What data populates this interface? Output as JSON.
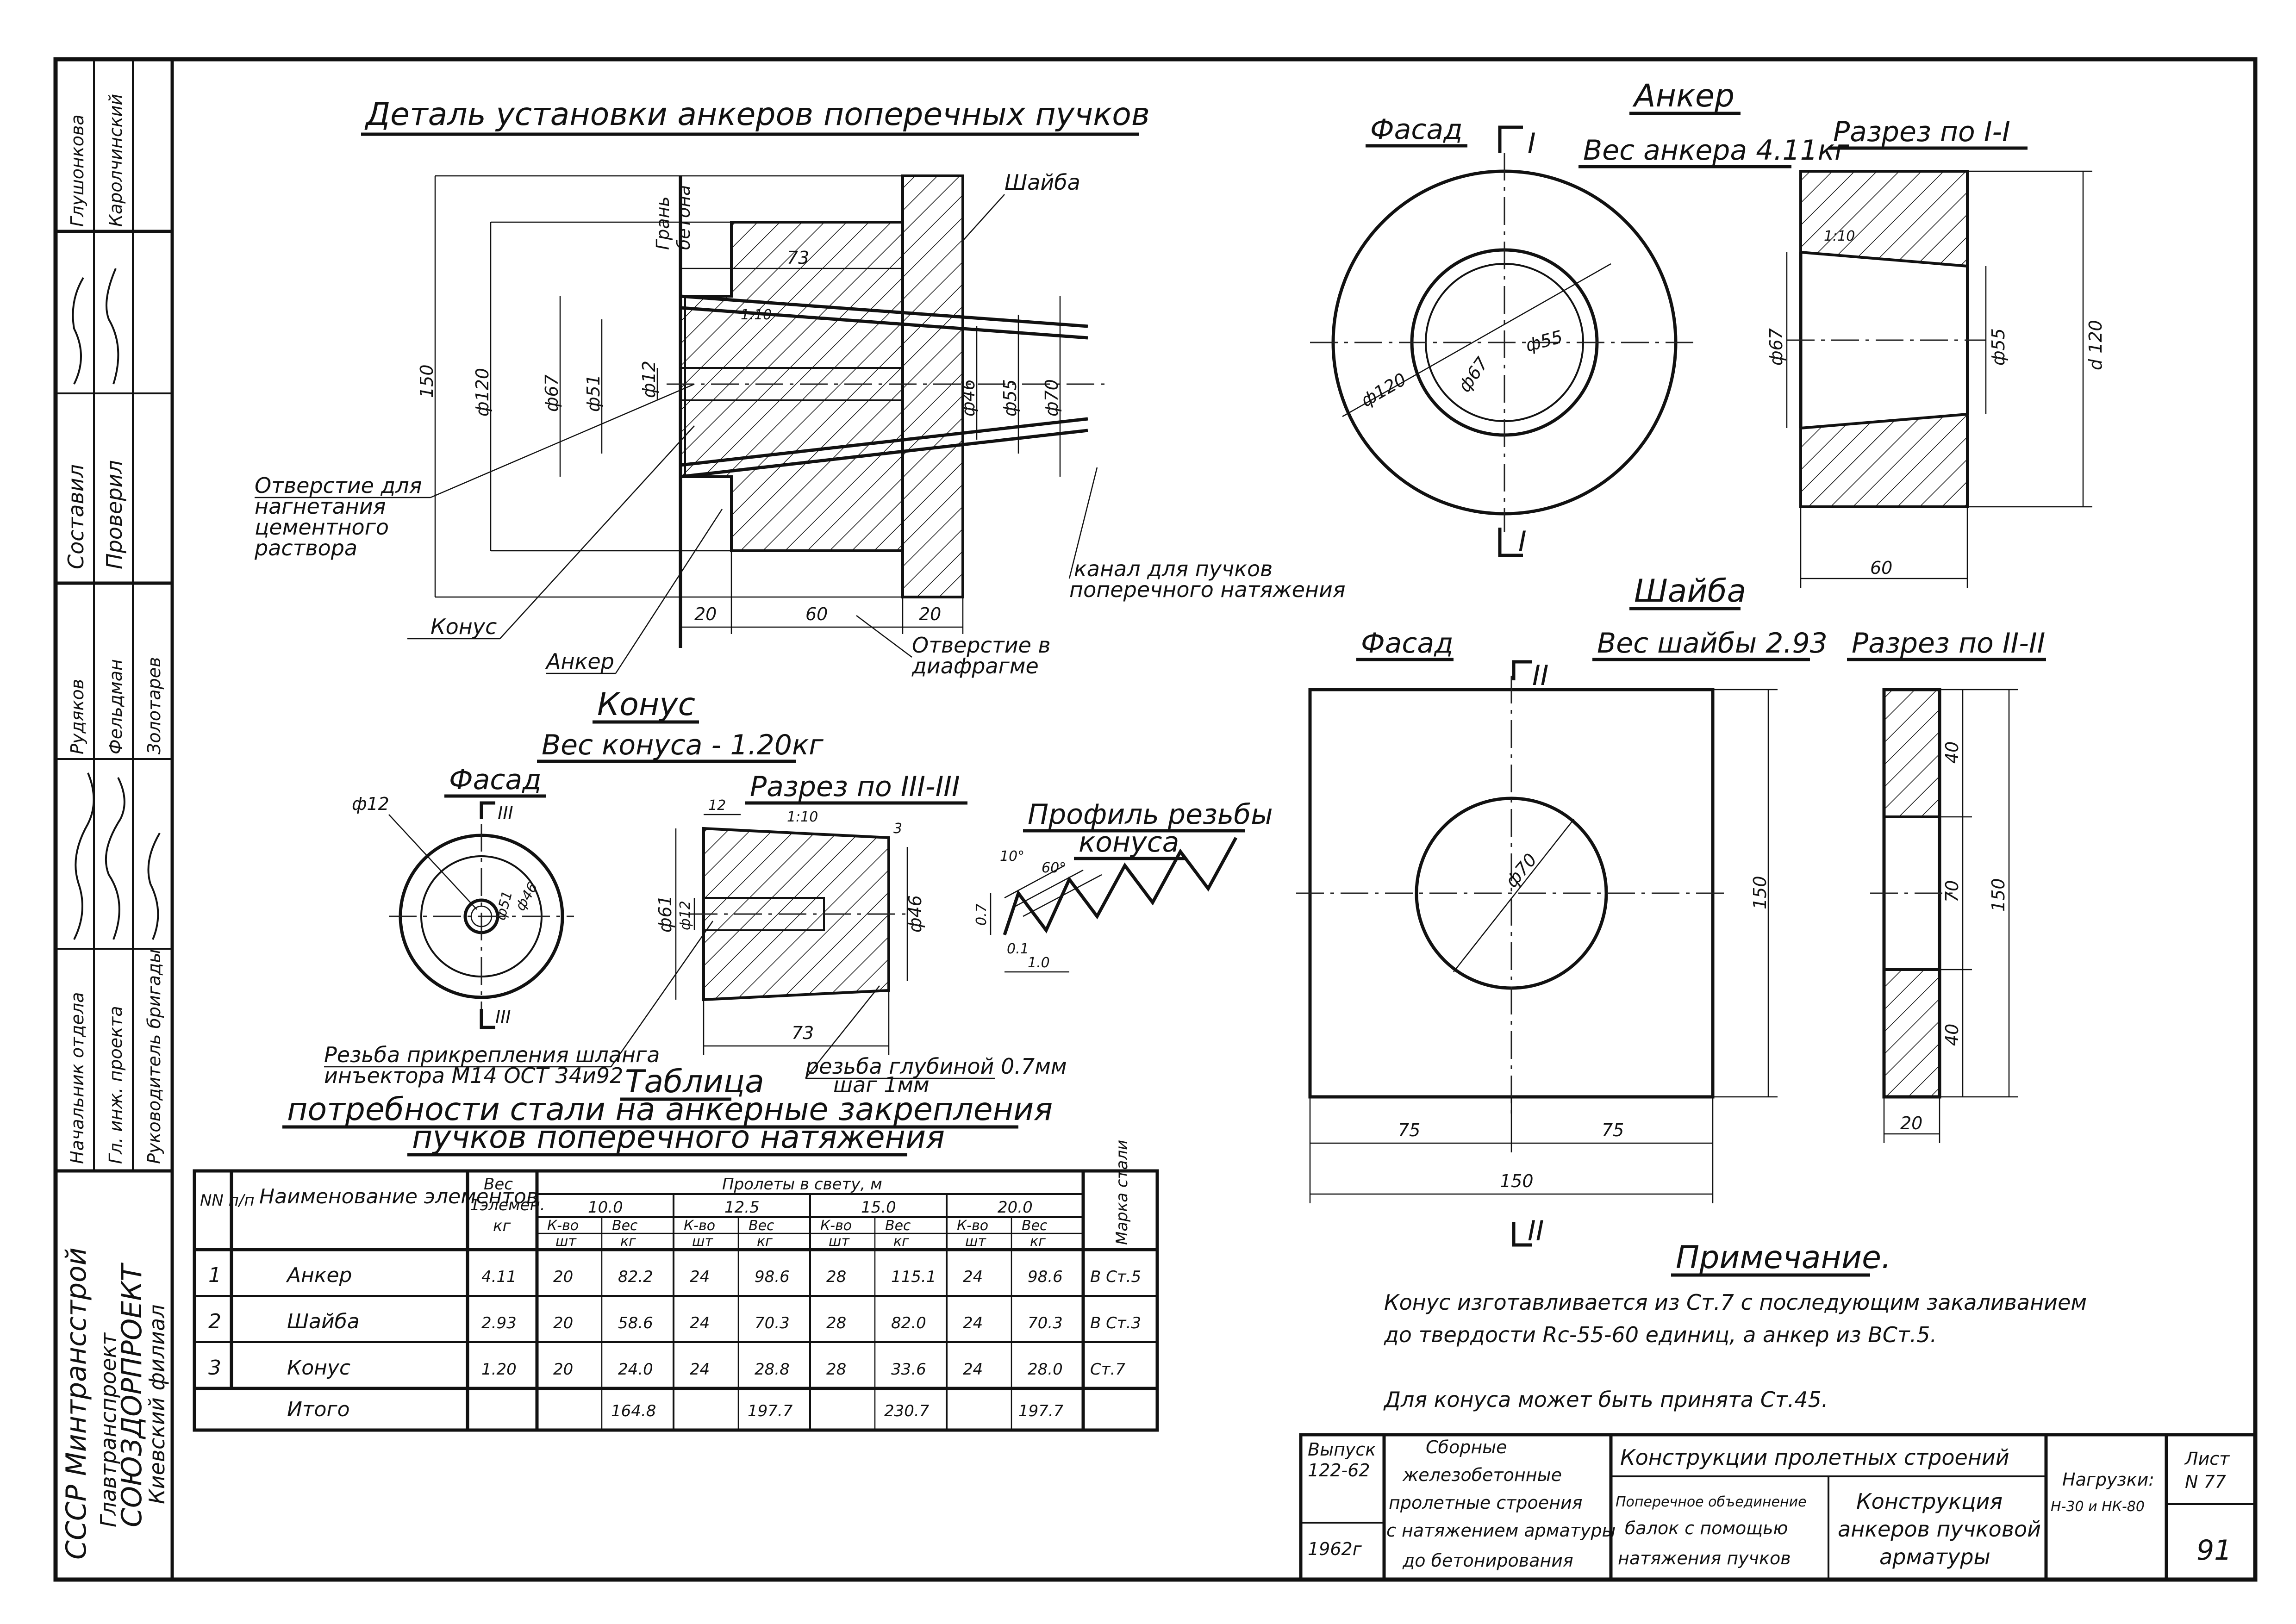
{
  "left_strip": {
    "org": [
      "СССР Минтрансстрой",
      "Главтранспроект",
      "СОЮЗДОРПРОЕКТ",
      "Киевский филиал"
    ],
    "roles": [
      "Начальник отдела",
      "Гл. инж. проекта",
      "Руководитель бригады",
      "Составил",
      "Проверил"
    ],
    "names": [
      "Рудяков",
      "Фельдман",
      "Золотарев",
      "Глушонкова",
      "Каролчинский"
    ]
  },
  "detail": {
    "title": "Деталь установки анкеров поперечных пучков",
    "labels": {
      "shaiba": "Шайба",
      "gran": "Грань",
      "betona": "бетона",
      "otverstie_1": "Отверстие для",
      "otverstie_2": "нагнетания",
      "otverstie_3": "цементного",
      "otverstie_4": "раствора",
      "konus": "Конус",
      "anker": "Анкер",
      "kanal_1": "канал для пучков",
      "kanal_2": "поперечного натяжения",
      "diaf_1": "Отверстие в",
      "diaf_2": "диафрагме"
    },
    "dims": {
      "d150": "150",
      "d120": "ф120",
      "d67": "ф67",
      "d51": "ф51",
      "d12": "ф12",
      "d46": "ф46",
      "d55": "ф55",
      "d70": "ф70",
      "w73": "73",
      "slope": "1:10",
      "w20a": "20",
      "w60": "60",
      "w20b": "20"
    }
  },
  "anchor": {
    "title": "Анкер",
    "facade": "Фасад",
    "weight": "Вес анкера 4.11кг",
    "section": "Разрез по I-I",
    "roman": "I",
    "dims": {
      "d120": "ф120",
      "d67": "ф67",
      "d55": "ф55",
      "slope": "1:10",
      "s67": "ф67",
      "s55": "ф55",
      "s120": "d 120",
      "w60": "60"
    }
  },
  "washer": {
    "title": "Шайба",
    "facade": "Фасад",
    "weight": "Вес шайбы 2.93",
    "section": "Разрез по II-II",
    "roman": "II",
    "dims": {
      "d70": "ф70",
      "h150": "150",
      "w75a": "75",
      "w75b": "75",
      "w150": "150",
      "s40a": "40",
      "s70": "70",
      "s40b": "40",
      "s150": "150",
      "s20": "20"
    }
  },
  "cone": {
    "title": "Конус",
    "weight": "Вес конуса - 1.20кг",
    "facade": "Фасад",
    "section": "Разрез по III-III",
    "roman": "III",
    "thread_note_1": "Резьба прикрепления шланга",
    "thread_note_2": "инъектора М14 ОСТ 34и92",
    "depth_note_1": "резьба глубиной 0.7мм",
    "depth_note_2": "шаг 1мм",
    "dims": {
      "d12": "ф12",
      "d51": "ф51",
      "d46": "ф46",
      "s12": "12",
      "slope": "1:10",
      "r3": "3",
      "s61": "ф61",
      "sd12": "ф12",
      "sd46": "ф46",
      "len73": "73"
    }
  },
  "thread_profile": {
    "title_1": "Профиль резьбы",
    "title_2": "конуса",
    "a10": "10°",
    "a60": "60°",
    "h07": "0.7",
    "t01": "0.1",
    "p10": "1.0"
  },
  "table": {
    "title": "Таблица",
    "subtitle_1": "потребности стали на анкерные закрепления",
    "subtitle_2": "пучков поперечного натяжения",
    "h_num": "NN п/п",
    "h_name": "Наименование элементов",
    "h_weight_1": "Вес",
    "h_weight_2": "1элемен.",
    "h_weight_3": "кг",
    "h_spans": "Пролеты в свету, м",
    "spans": [
      "10.0",
      "12.5",
      "15.0",
      "20.0"
    ],
    "h_count": "К-во",
    "h_count_unit": "шт",
    "h_w": "Вес",
    "h_w_unit": "кг",
    "h_grade": "Марка стали",
    "rows": [
      {
        "n": "1",
        "name": "Анкер",
        "w": "4.11",
        "c": [
          "20",
          "82.2",
          "24",
          "98.6",
          "28",
          "115.1",
          "24",
          "98.6"
        ],
        "grade": "В Ст.5"
      },
      {
        "n": "2",
        "name": "Шайба",
        "w": "2.93",
        "c": [
          "20",
          "58.6",
          "24",
          "70.3",
          "28",
          "82.0",
          "24",
          "70.3"
        ],
        "grade": "В Ст.3"
      },
      {
        "n": "3",
        "name": "Конус",
        "w": "1.20",
        "c": [
          "20",
          "24.0",
          "24",
          "28.8",
          "28",
          "33.6",
          "24",
          "28.0"
        ],
        "grade": "Ст.7"
      }
    ],
    "total_label": "Итого",
    "totals": [
      "164.8",
      "197.7",
      "230.7",
      "197.7"
    ]
  },
  "note": {
    "title": "Примечание.",
    "line1": "Конус изготавливается из Ст.7 с последующим закаливанием",
    "line2": "до твердости Rc-55-60 единиц, а анкер из ВСт.5.",
    "line3": "Для конуса может быть принята Ст.45."
  },
  "title_block": {
    "vypusk_label": "Выпуск",
    "vypusk": "122-62",
    "year": "1962г",
    "desc": [
      "Сборные",
      "железобетонные",
      "пролетные строения",
      "с натяжением арматуры",
      "до бетонирования"
    ],
    "section": "Конструкции пролетных строений",
    "sub": [
      "Поперечное объединение",
      "балок с помощью",
      "натяжения пучков"
    ],
    "name": [
      "Конструкция",
      "анкеров пучковой",
      "арматуры"
    ],
    "load_label": "Нагрузки:",
    "load": "Н-30 и НК-80",
    "sheet_label": "Лист",
    "sheet": "N 77",
    "page": "91"
  }
}
